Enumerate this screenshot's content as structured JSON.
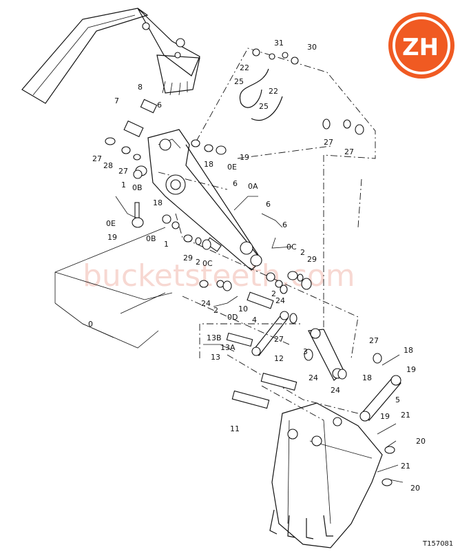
{
  "logo": {
    "text": "ZH",
    "color": "#f05a22"
  },
  "watermark": "bucketsteeth.com",
  "drawing_number": "T157081",
  "labels": [
    {
      "id": "31",
      "text": "31"
    },
    {
      "id": "30",
      "text": "30"
    },
    {
      "id": "22a",
      "text": "22"
    },
    {
      "id": "25a",
      "text": "25"
    },
    {
      "id": "22b",
      "text": "22"
    },
    {
      "id": "25b",
      "text": "25"
    },
    {
      "id": "8",
      "text": "8"
    },
    {
      "id": "7",
      "text": "7"
    },
    {
      "id": "6a",
      "text": "6"
    },
    {
      "id": "27a",
      "text": "27"
    },
    {
      "id": "28",
      "text": "28"
    },
    {
      "id": "27b",
      "text": "27"
    },
    {
      "id": "0Ba",
      "text": "0B"
    },
    {
      "id": "1a",
      "text": "1"
    },
    {
      "id": "18a",
      "text": "18"
    },
    {
      "id": "0Ea",
      "text": "0E"
    },
    {
      "id": "19a",
      "text": "19"
    },
    {
      "id": "6b",
      "text": "6"
    },
    {
      "id": "0A",
      "text": "0A"
    },
    {
      "id": "27c",
      "text": "27"
    },
    {
      "id": "27d",
      "text": "27"
    },
    {
      "id": "18b",
      "text": "18"
    },
    {
      "id": "0Eb",
      "text": "0E"
    },
    {
      "id": "19b",
      "text": "19"
    },
    {
      "id": "0Bb",
      "text": "0B"
    },
    {
      "id": "1b",
      "text": "1"
    },
    {
      "id": "6c",
      "text": "6"
    },
    {
      "id": "6d",
      "text": "6"
    },
    {
      "id": "0C",
      "text": "0C"
    },
    {
      "id": "2a",
      "text": "2"
    },
    {
      "id": "29a",
      "text": "29"
    },
    {
      "id": "29b",
      "text": "29"
    },
    {
      "id": "2b",
      "text": "2"
    },
    {
      "id": "0Cb",
      "text": "0C"
    },
    {
      "id": "2c",
      "text": "2"
    },
    {
      "id": "24a",
      "text": "24"
    },
    {
      "id": "24b",
      "text": "24"
    },
    {
      "id": "2d",
      "text": "2"
    },
    {
      "id": "10",
      "text": "10"
    },
    {
      "id": "0D",
      "text": "0D"
    },
    {
      "id": "0",
      "text": "0"
    },
    {
      "id": "4",
      "text": "4"
    },
    {
      "id": "27e",
      "text": "27"
    },
    {
      "id": "13B",
      "text": "13B"
    },
    {
      "id": "13A",
      "text": "13A"
    },
    {
      "id": "13",
      "text": "13"
    },
    {
      "id": "12",
      "text": "12"
    },
    {
      "id": "3",
      "text": "3"
    },
    {
      "id": "24c",
      "text": "24"
    },
    {
      "id": "24d",
      "text": "24"
    },
    {
      "id": "27f",
      "text": "27"
    },
    {
      "id": "18c",
      "text": "18"
    },
    {
      "id": "18d",
      "text": "18"
    },
    {
      "id": "19c",
      "text": "19"
    },
    {
      "id": "5",
      "text": "5"
    },
    {
      "id": "11",
      "text": "11"
    },
    {
      "id": "19d",
      "text": "19"
    },
    {
      "id": "21a",
      "text": "21"
    },
    {
      "id": "20a",
      "text": "20"
    },
    {
      "id": "21b",
      "text": "21"
    },
    {
      "id": "20b",
      "text": "20"
    }
  ]
}
